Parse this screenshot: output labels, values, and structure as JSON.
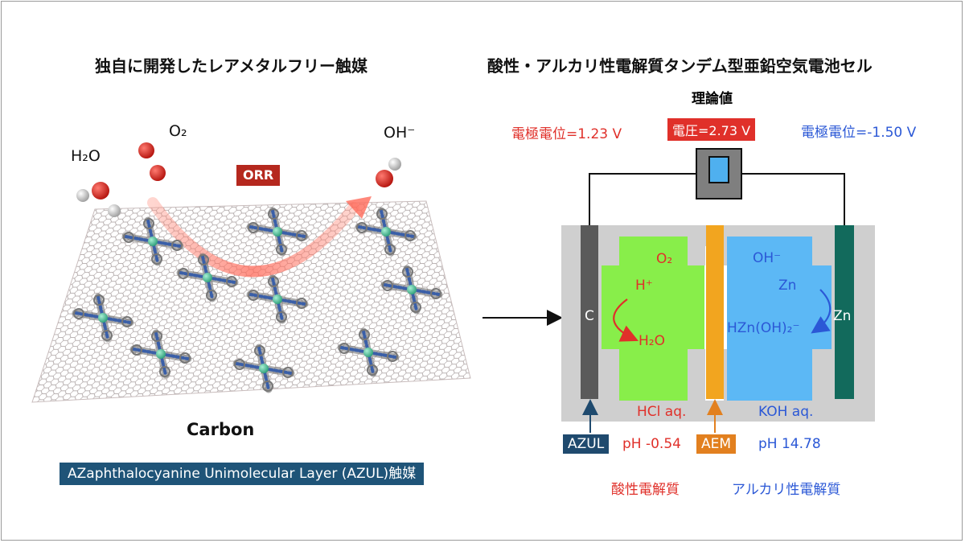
{
  "left": {
    "title": "独自に開発したレアメタルフリー触媒",
    "h2o": "H₂O",
    "o2": "O₂",
    "oh": "OH⁻",
    "orr": "ORR",
    "carbon": "Carbon",
    "azul_caption": "AZaphthalocyanine Unimolecular Layer (AZUL)触媒"
  },
  "right": {
    "title": "酸性・アルカリ性電解質タンデム型亜鉛空気電池セル",
    "theory": "理論値",
    "potential_left": "電極電位=1.23 V",
    "voltage": "電圧=2.73 V",
    "potential_right": "電極電位=-1.50 V",
    "o2": "O₂",
    "hplus": "H⁺",
    "h2o": "H₂O",
    "c": "C",
    "oh": "OH⁻",
    "zn_top": "Zn",
    "hzn": "HZn(OH)₂⁻",
    "zn_electrode": "Zn",
    "hcl": "HCl aq.",
    "koh": "KOH aq.",
    "azul": "AZUL",
    "ph_left": "pH -0.54",
    "aem": "AEM",
    "ph_right": "pH 14.78",
    "acid": "酸性電解質",
    "alkali": "アルカリ性電解質"
  },
  "colors": {
    "acid_green": "#88ee4a",
    "alkali_blue": "#5cb8f5",
    "aem_orange": "#f2a51f",
    "zn_teal": "#126a5c",
    "c_gray": "#5a5a5a",
    "wall_gray": "#cfcfcf",
    "red": "#e0302a",
    "blue": "#2b58d6",
    "navy": "#1f5478"
  }
}
